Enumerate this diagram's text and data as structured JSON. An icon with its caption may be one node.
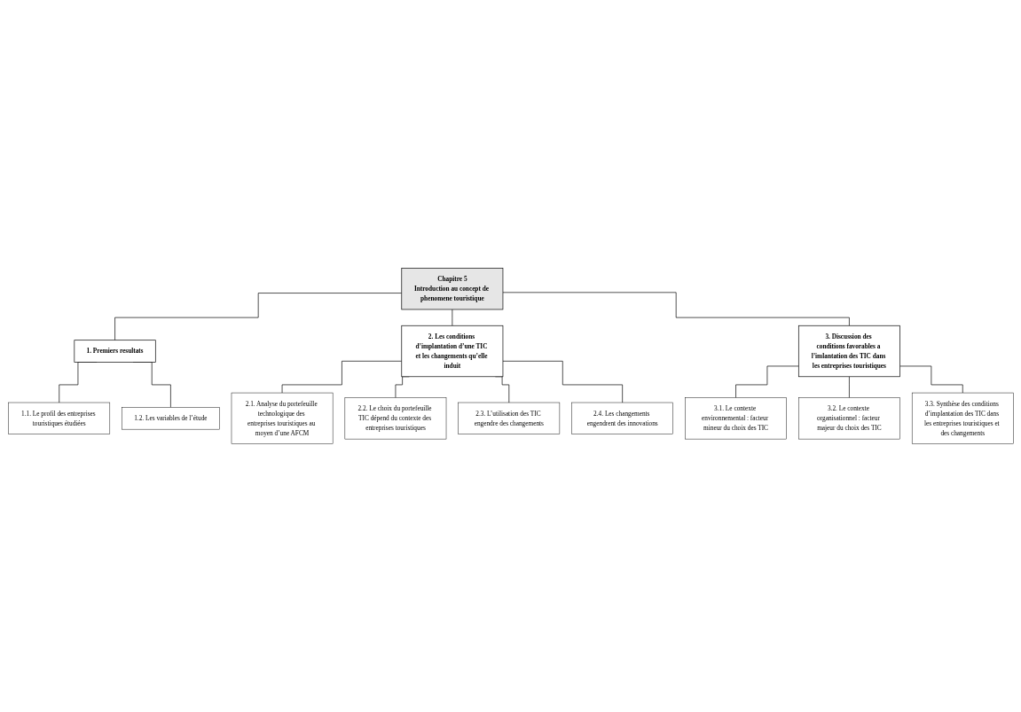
{
  "diagram": {
    "nodes": [
      {
        "text": [
          "Chapitre 5",
          "Introduction au concept de phenomene touristique"
        ]
      },
      {
        "text": [
          "1. Premiers resultats"
        ]
      },
      {
        "text": [
          "1.1. Le profil des entreprises touristiques étudiées"
        ]
      },
      {
        "text": [
          "1.2. Les variables de l’étude"
        ]
      },
      {
        "text": [
          "2. Les conditions d’implantation d’une TIC et les changements qu’elle induit"
        ]
      },
      {
        "text": [
          "2.1. Analyse du portefeuille technologique des entreprises touristiques au moyen d’une AFCM"
        ]
      },
      {
        "text": [
          "2.2. Le choix du portefeuille TIC dépend du contexte des entreprises touristiques"
        ]
      },
      {
        "text": [
          "2.3. L’utilisation des TIC engendre des changements"
        ]
      },
      {
        "text": [
          "2.4. Les changements engendrent des innovations"
        ]
      },
      {
        "text": [
          "3. Discussion des conditions favorables a l’imlantation des TIC dans les entreprises touristiques"
        ]
      },
      {
        "text": [
          "3.1. Le contexte environnemental : facteur mineur du choix des TIC"
        ]
      },
      {
        "text": [
          "3.2. Le contexte organisationnel : facteur majeur du choix des TIC"
        ]
      },
      {
        "text": [
          "3.3. Synthèse des conditions d’implantation des TIC dans les entreprises touristiques et des changements"
        ]
      }
    ],
    "edges": [
      {
        "from": 0,
        "to": 1,
        "arrow": "none"
      },
      {
        "from": 0,
        "to": 4,
        "arrow": "none"
      },
      {
        "from": 0,
        "to": 9,
        "arrow": "none"
      },
      {
        "from": 1,
        "to": 2,
        "arrow": "none"
      },
      {
        "from": 1,
        "to": 3,
        "arrow": "none"
      },
      {
        "from": 4,
        "to": 5,
        "arrow": "none"
      },
      {
        "from": 4,
        "to": 6,
        "arrow": "none"
      },
      {
        "from": 4,
        "to": 7,
        "arrow": "none"
      },
      {
        "from": 4,
        "to": 8,
        "arrow": "none"
      },
      {
        "from": 9,
        "to": 10,
        "arrow": "none"
      },
      {
        "from": 9,
        "to": 11,
        "arrow": "none"
      },
      {
        "from": 9,
        "to": 12,
        "arrow": "none"
      }
    ]
  }
}
